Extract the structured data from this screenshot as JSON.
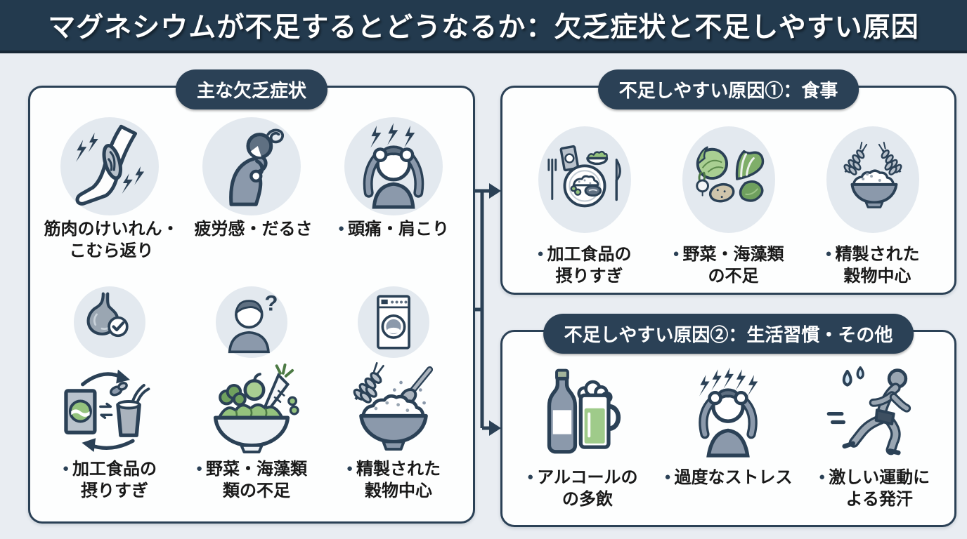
{
  "title": "マグネシウムが不足するとどうなるか：欠乏症状と不足しやすい原因",
  "colors": {
    "header_bg": "#233a4e",
    "outline": "#2b4156",
    "page_bg": "#e9edf2",
    "panel_bg": "#fdfefe",
    "icon_circle_bg": "#e3e9ef",
    "green": "#94c27d",
    "gray_blue": "#8b99ab"
  },
  "left_panel": {
    "header": "主な欠乏症状",
    "symptoms": [
      {
        "icon": "leg-muscle-cramp-icon",
        "bullet": "",
        "lines": [
          "筋肉のけいれん・",
          "こむら返り"
        ]
      },
      {
        "icon": "fatigue-person-icon",
        "bullet": "",
        "lines": [
          "疲労感・だるさ",
          ""
        ]
      },
      {
        "icon": "headache-person-icon",
        "bullet": "●",
        "lines": [
          "頭痛・肩こり",
          ""
        ]
      }
    ],
    "secondary_icons": [
      {
        "icon": "stomach-check-icon"
      },
      {
        "icon": "confused-person-icon"
      },
      {
        "icon": "washing-machine-icon"
      }
    ],
    "notes": [
      {
        "icon": "processed-food-cycle-icon",
        "bullet": "●",
        "lines": [
          "加工食品の",
          "摂りすぎ"
        ]
      },
      {
        "icon": "salad-bowl-icon",
        "bullet": "●",
        "lines": [
          "野菜・海藻類",
          "類の不足"
        ]
      },
      {
        "icon": "rice-bowl-spoon-icon",
        "bullet": "●",
        "lines": [
          "精製された",
          "穀物中心"
        ]
      }
    ]
  },
  "diet_panel": {
    "header": "不足しやすい原因①：食事",
    "items": [
      {
        "icon": "meal-plate-icon",
        "bullet": "●",
        "lines": [
          "加工食品の",
          "摂りすぎ"
        ]
      },
      {
        "icon": "leafy-vegetables-icon",
        "bullet": "●",
        "lines": [
          "野菜・海藻類",
          "の不足"
        ]
      },
      {
        "icon": "wheat-rice-bowl-icon",
        "bullet": "●",
        "lines": [
          "精製された",
          "穀物中心"
        ]
      }
    ]
  },
  "lifestyle_panel": {
    "header": "不足しやすい原因②：生活習慣・その他",
    "items": [
      {
        "icon": "alcohol-bottle-beer-icon",
        "bullet": "●",
        "lines": [
          "アルコールの",
          "の多飲"
        ]
      },
      {
        "icon": "stress-person-icon",
        "bullet": "●",
        "lines": [
          "過度なストレス",
          ""
        ]
      },
      {
        "icon": "running-sweat-icon",
        "bullet": "●",
        "lines": [
          "激しい運動に",
          "よる発汗"
        ]
      }
    ]
  }
}
